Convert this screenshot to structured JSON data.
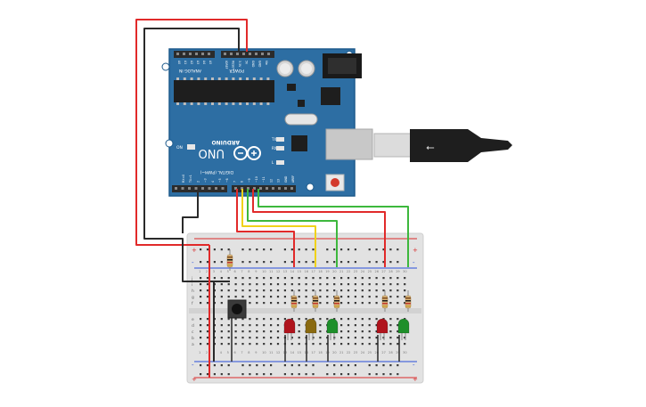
{
  "board": {
    "brand_label": "ARDUINO",
    "model_label": "UNO",
    "on_label": "ON",
    "power_header_label": "POWER",
    "analog_header_label": "ANALOG IN",
    "digital_header_label": "DIGITAL (PWM~)",
    "power_pins": [
      "IOREF",
      "RESET",
      "3.3V",
      "5V",
      "GND",
      "GND",
      "Vin"
    ],
    "analog_pins": [
      "A0",
      "A1",
      "A2",
      "A3",
      "A4",
      "A5"
    ],
    "digital_pins": [
      "AREF",
      "GND",
      "13",
      "12",
      "~11",
      "~10",
      "~9",
      "8",
      "7",
      "~6",
      "~5",
      "4",
      "~3",
      "2",
      "TX>1",
      "RX<0"
    ],
    "led_labels": [
      "TX",
      "RX",
      "L"
    ],
    "colors": {
      "pcb": "#2d6ea3",
      "pcb_dark": "#1d5a8c",
      "header": "#2b2b2b",
      "usb_metal": "#c8c8c8"
    }
  },
  "breadboard": {
    "row_letters_top": [
      "j",
      "i",
      "h",
      "g",
      "f"
    ],
    "row_letters_bottom": [
      "e",
      "d",
      "c",
      "b",
      "a"
    ],
    "column_numbers": [
      "1",
      "2",
      "3",
      "4",
      "5",
      "6",
      "7",
      "8",
      "9",
      "10",
      "11",
      "12",
      "13",
      "14",
      "15",
      "16",
      "17",
      "18",
      "19",
      "20",
      "21",
      "22",
      "23",
      "24",
      "25",
      "26",
      "27",
      "28",
      "29",
      "30"
    ],
    "rail_plus": "+",
    "rail_minus": "-",
    "colors": {
      "body": "#e3e3e3",
      "rail_red": "#d92b2b",
      "rail_blue": "#2b4fd9",
      "hole": "#3a3a3a"
    }
  },
  "components": {
    "leds": [
      {
        "name": "led-red-1",
        "color": "#b0141d"
      },
      {
        "name": "led-yellow",
        "color": "#8a6a10"
      },
      {
        "name": "led-green-1",
        "color": "#1e8f2a"
      },
      {
        "name": "led-red-2",
        "color": "#b0141d"
      },
      {
        "name": "led-green-2",
        "color": "#1e8f2a"
      }
    ],
    "pushbutton": "pushbutton",
    "resistor_count": 6
  },
  "wires": {
    "colors": {
      "red": "#e12a2a",
      "black": "#2a2a2a",
      "yellow": "#f0d21a",
      "green": "#3db83d"
    }
  }
}
